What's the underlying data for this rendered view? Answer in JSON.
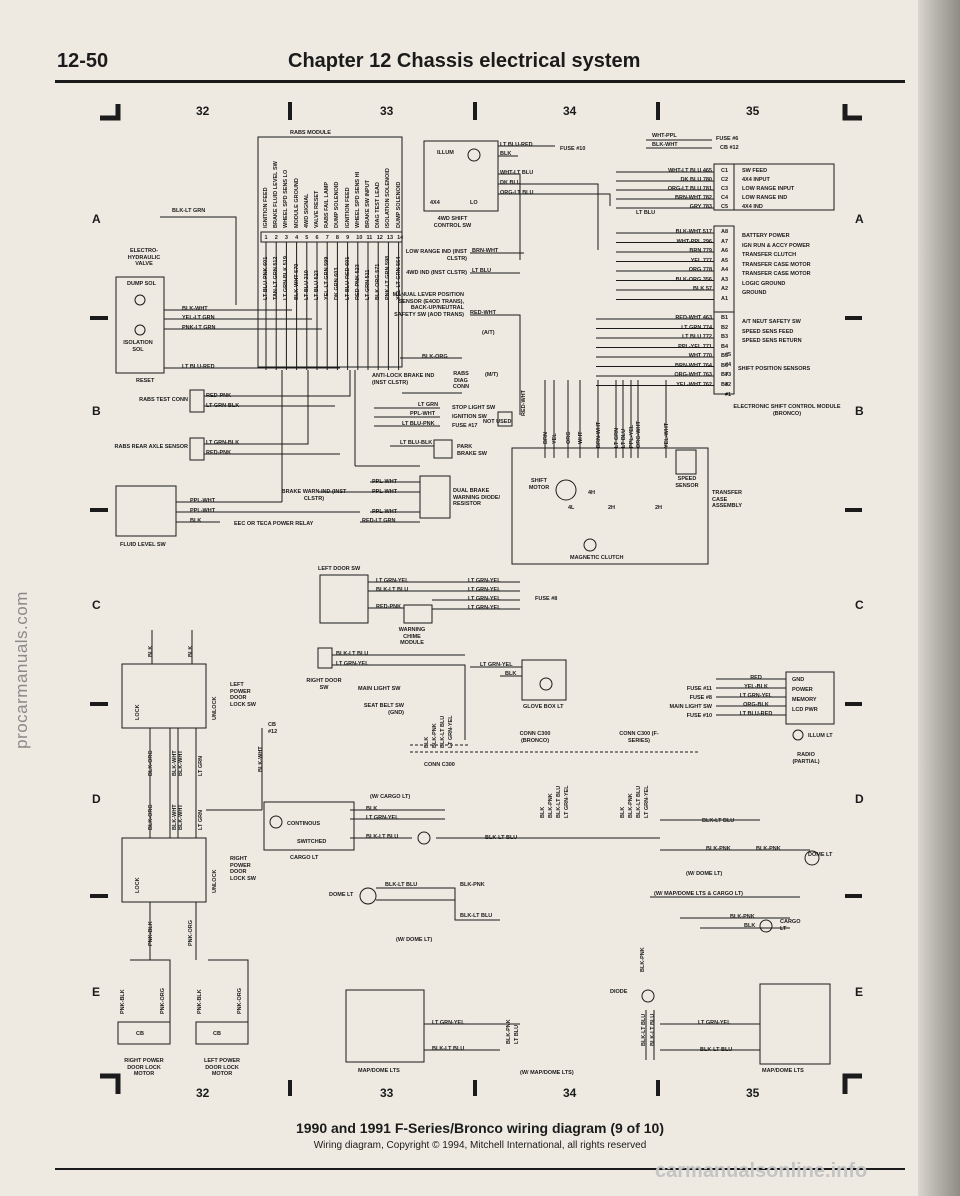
{
  "header": {
    "page_number": "12-50",
    "chapter": "Chapter 12  Chassis electrical system"
  },
  "caption": {
    "title": "1990 and 1991 F-Series/Bronco wiring diagram (9 of 10)",
    "copyright": "Wiring diagram, Copyright © 1994, Mitchell International, all rights reserved"
  },
  "watermarks": {
    "left": "procarmanuals.com",
    "bottom": "carmanualsonline.info"
  },
  "grid": {
    "top": [
      "32",
      "33",
      "34",
      "35"
    ],
    "bottom": [
      "32",
      "33",
      "34",
      "35"
    ],
    "zones": [
      "A",
      "B",
      "C",
      "D",
      "E"
    ]
  },
  "rabs": {
    "module": "RABS MODULE",
    "functions": [
      "IGNITION FEED",
      "BRAKE FLUID LEVEL SW",
      "WHEEL SPD SENS LO",
      "MODULE GROUND",
      "4WD SIGNAL",
      "VALVE RESET",
      "RABS FAIL LAMP",
      "DUMP SOLENOID",
      "IGNITION FEED",
      "WHEEL SPD SENS HI",
      "BRAKE SW INPUT",
      "DIAG TEST LEAD",
      "ISOLATION SOLENOID",
      "DUMP SOLENOID"
    ],
    "pins": [
      "1",
      "2",
      "3",
      "4",
      "5",
      "6",
      "7",
      "8",
      "9",
      "10",
      "11",
      "12",
      "13",
      "14"
    ],
    "wires": [
      "LT BLU-PNK 601",
      "TAN-LT GRN 512",
      "LT GRN-BLK 519",
      "BLK-WHT 570",
      "LT BLU 210",
      "LT BLU 523",
      "YEL-LT GRN 599",
      "DK GRN 603",
      "LT BLU-RED 601",
      "RED-PNK 523",
      "LT GRN 511",
      "BLK-ORG 571",
      "PNK-LT GRN 598",
      "YEL-LT GRN 564"
    ]
  },
  "left": {
    "wire_top": "BLK-LT GRN",
    "valve": "ELECTRO- HYDRAULIC VALVE",
    "dump_sol": "DUMP SOL",
    "iso_sol": "ISOLATION SOL",
    "reset": "RESET",
    "valve_wires": [
      "BLK-WHT",
      "YEL-LT GRN",
      "PNK-LT GRN"
    ],
    "reset_wire": "LT BLU-RED",
    "test_conn": "RABS TEST CONN",
    "test_wires": [
      "RED-PNK",
      "LT GRN-BLK"
    ],
    "axle": "RABS REAR AXLE SENSOR",
    "axle_wires": [
      "LT GRN-BLK",
      "RED-PNK"
    ],
    "fluid_sw": "FLUID LEVEL SW",
    "fluid_wires": [
      "PPL-WHT",
      "PPL-WHT",
      "BLK"
    ]
  },
  "center": {
    "shift_sw": "4WD SHIFT CONTROL SW",
    "illum": "ILLUM",
    "four_by_four": "4X4",
    "lo": "LO",
    "shift_wires": [
      "LT BLU-RED",
      "BLK",
      "WHT-LT BLU",
      "DK BLU",
      "ORG-LT BLU"
    ],
    "fuse10": "FUSE #10",
    "low_range": "LOW RANGE IND (INST CLSTR)",
    "low_range_wire": "BRN-WHT",
    "wd_ind": "4WD IND (INST CLSTR)",
    "wd_ind_wire": "LT BLU",
    "manual_lever": "MANUAL LEVER POSITION SENSOR (E4OD TRANS), BACK-UP/NEUTRAL SAFETY SW (AOD TRANS)",
    "lever_wire": "RED-WHT",
    "at": "(A/T)",
    "mt": "(M/T)",
    "blk_org": "BLK-ORG",
    "antilock": "ANTI-LOCK BRAKE IND (INST CLSTR)",
    "diag": "RABS DIAG CONN",
    "stop_sw": "STOP LIGHT SW",
    "ign_sw": "IGNITION SW",
    "fuse17": "FUSE #17",
    "stop_wires": [
      "LT GRN",
      "PPL-WHT",
      "LT BLU-PNK"
    ],
    "not_used": "NOT USED",
    "park_brake": "PARK BRAKE SW",
    "park_wire": "LT BLU-BLK",
    "warn_ind": "BRAKE WARN IND (INST CLSTR)",
    "dual": "DUAL BRAKE WARNING DIODE/ RESISTOR",
    "dual_wires": [
      "PPL-WHT",
      "PPL-WHT",
      "PPL-WHT",
      "RED-LT GRN"
    ],
    "eec": "EEC OR TECA POWER RELAY"
  },
  "right": {
    "fuse6": "FUSE #6",
    "cb12": "CB #12",
    "top_wires": [
      "WHT-PPL",
      "BLK-WHT"
    ],
    "c_wires": [
      "WHT-LT BLU 465",
      "DK BLU 780",
      "ORG-LT BLU 781",
      "BRN-WHT 782",
      "GRY 783"
    ],
    "c_pins": [
      "C1",
      "C2",
      "C3",
      "C4",
      "C5"
    ],
    "c_funcs": [
      "SW FEED",
      "4X4 INPUT",
      "LOW RANGE INPUT",
      "LOW RANGE IND",
      "4X4 IND"
    ],
    "lt_blu": "LT BLU",
    "a_wires": [
      "BLK-WHT 517",
      "WHT-PPL 296",
      "BRN 779",
      "YEL 777",
      "ORG 778",
      "BLK-ORG 356",
      "BLK 57"
    ],
    "a_pins": [
      "A8",
      "A7",
      "A6",
      "A5",
      "A4",
      "A3",
      "A2",
      "A1"
    ],
    "a_funcs": [
      "BATTERY POWER",
      "IGN RUN & ACCY POWER",
      "TRANSFER CLUTCH",
      "TRANSFER CASE MOTOR",
      "TRANSFER CASE MOTOR",
      "LOGIC GROUND",
      "GROUND"
    ],
    "b_wires": [
      "RED-WHT 463",
      "LT GRN 774",
      "LT BLU 772",
      "PPL-YEL 771",
      "WHT 770",
      "BRN-WHT 764",
      "ORG-WHT 763",
      "YEL-WHT 762"
    ],
    "b_pins": [
      "B1",
      "B2",
      "B3",
      "B4",
      "B5",
      "B6",
      "B7",
      "B8"
    ],
    "b_funcs": [
      "A/T NEUT SAFETY SW",
      "SPEED SENS FEED",
      "SPEED SENS RETURN"
    ],
    "shift_positions": [
      "#5",
      "#4",
      "#3",
      "#2",
      "#1"
    ],
    "shift_pos": "SHIFT POSITION SENSORS",
    "module": "ELECTRONIC SHIFT CONTROL MODULE (BRONCO)",
    "tc_wires": [
      "BRN",
      "YEL",
      "ORG",
      "WHT",
      "BRN-WHT",
      "LT GRN",
      "LT BLU",
      "PPL-YEL",
      "ORG-WHT",
      "YEL-WHT"
    ],
    "red_wht": "RED-WHT",
    "shift_motor": "SHIFT MOTOR",
    "four_h": "4H",
    "four_l": "4L",
    "two_h": "2H",
    "two_h_b": "2H",
    "speed_sensor": "SPEED SENSOR",
    "transfer": "TRANSFER CASE ASSEMBLY",
    "clutch": "MAGNETIC CLUTCH"
  },
  "lower": {
    "left_door": "LEFT DOOR SW",
    "door_wires": [
      "LT GRN-YEL",
      "BLK-LT BLU",
      "RED-PNK"
    ],
    "door_out": [
      "LT GRN-YEL",
      "LT GRN-YEL",
      "LT GRN-YEL",
      "LT GRN-YEL"
    ],
    "fuse8": "FUSE #8",
    "chime": "WARNING CHIME MODULE",
    "right_door": "RIGHT DOOR SW",
    "rdoor_wires": [
      "BLK-LT BLU",
      "LT GRN-YEL"
    ],
    "main_light": "MAIN LIGHT SW",
    "seat_belt": "SEAT BELT SW (GND)",
    "glove_wires": [
      "LT GRN-YEL",
      "BLK"
    ],
    "glove": "GLOVE BOX LT",
    "c300_wires": [
      "BLK",
      "BLK-PNK",
      "BLK-LT BLU",
      "LT GRN-YEL"
    ],
    "c300": "CONN C300",
    "c300_bronco": "CONN C300 (BRONCO)",
    "c300_fseries": "CONN C300 (F-SERIES)",
    "bronco_wires": [
      "BLK",
      "BLK-PNK",
      "BLK-LT BLU",
      "LT GRN-YEL"
    ],
    "fseries_wires": [
      "BLK",
      "BLK-PNK",
      "BLK-LT BLU",
      "LT GRN-YEL"
    ],
    "radio_wires": [
      "RED",
      "YEL-BLK",
      "LT GRN-YEL",
      "ORG-BLK",
      "LT BLU-RED"
    ],
    "radio_fuses": [
      "FUSE #11",
      "FUSE #8",
      "MAIN LIGHT SW",
      "FUSE #10"
    ],
    "radio_funcs": [
      "GND",
      "POWER",
      "MEMORY",
      "LCD PWR"
    ],
    "illum_lt": "ILLUM LT",
    "radio": "RADIO (PARTIAL)",
    "cargo_opt": "(W/ CARGO LT)",
    "continuous": "CONTINOUS",
    "switched": "SWITCHED",
    "cargo_wires": [
      "BLK",
      "LT GRN-YEL",
      "BLK-LT BLU"
    ],
    "cargo_lt": "CARGO LT",
    "blk_lt_blu": "BLK-LT BLU",
    "dome_lt": "DOME LT",
    "dome_wires": [
      "BLK-LT BLU",
      "BLK-PNK",
      "BLK-LT BLU"
    ],
    "dome_opt": "(W/ DOME LT)",
    "r_blk_lt_blu": "BLK-LT BLU",
    "r_dome_wires": [
      "BLK-PNK",
      "BLK-PNK"
    ],
    "r_dome": "DOME LT",
    "r_dome_opt": "(W/ DOME LT)",
    "map_opt": "(W/ MAP/DOME LTS & CARGO LT)",
    "r_cargo_wires": [
      "BLK-PNK",
      "BLK"
    ],
    "r_cargo": "CARGO LT",
    "blk_pnk_v": "BLK-PNK",
    "diode": "DIODE",
    "map_wires": [
      "LT GRN-YEL",
      "BLK-LT BLU"
    ],
    "map_left": "MAP/DOME LTS",
    "map_mid_wires": [
      "BLK-PNK",
      "LT BLU"
    ],
    "map_mid_opt": "(W/ MAP/DOME LTS)",
    "map_right_vwires": [
      "BLK-LT BLU",
      "BLK-LT BLU"
    ],
    "map_right_wires": [
      "LT GRN-YEL",
      "BLK-LT BLU"
    ],
    "map_right": "MAP/DOME LTS"
  },
  "locks": {
    "top_wires": [
      "BLK",
      "BLK"
    ],
    "lock": "LOCK",
    "unlock": "UNLOCK",
    "left_sw": "LEFT POWER DOOR LOCK SW",
    "cb12": "CB #12",
    "blk_wht": "BLK-WHT",
    "mid_wires": [
      "BLK-ORG",
      "BLK-WHT",
      "BLK-WHT",
      "LT GRN"
    ],
    "mid2_wires": [
      "BLK-ORG",
      "BLK-WHT",
      "BLK-WHT",
      "LT GRN"
    ],
    "right_sw": "RIGHT POWER DOOR LOCK SW",
    "low_wires": [
      "PNK-BLK",
      "PNK-ORG"
    ],
    "motor_wires": [
      "PNK-BLK",
      "PNK-ORG",
      "PNK-BLK",
      "PNK-ORG"
    ],
    "cb": "CB",
    "right_motor": "RIGHT POWER DOOR LOCK MOTOR",
    "left_motor": "LEFT POWER DOOR LOCK MOTOR"
  }
}
